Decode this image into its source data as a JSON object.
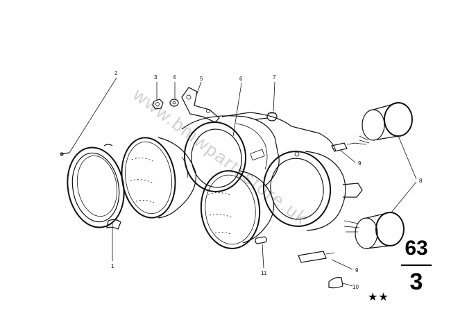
{
  "callouts": {
    "c1": "1",
    "c2": "2",
    "c3": "3",
    "c4": "4",
    "c5": "5",
    "c6": "6",
    "c7": "7",
    "c8": "8",
    "c9a": "9",
    "c9b": "9",
    "c10": "10",
    "c11": "11"
  },
  "watermark": "www.bmwpartsstore.uk",
  "group": {
    "main": "63",
    "sub": "3"
  },
  "stars": "★★"
}
